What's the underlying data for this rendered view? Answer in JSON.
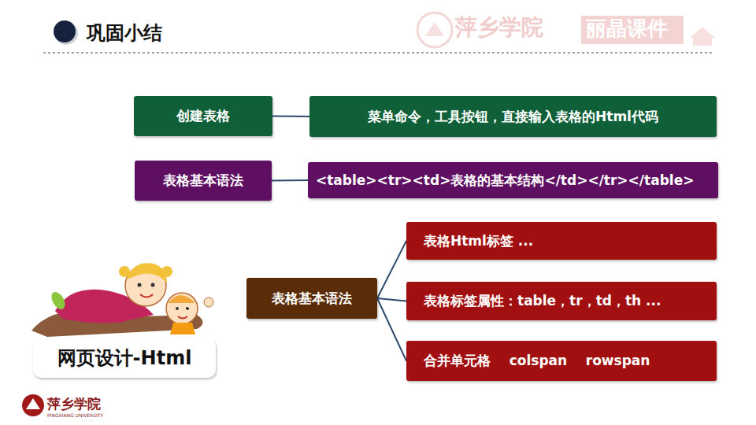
{
  "diagram": {
    "title": "巩固小结",
    "nodes": [
      {
        "text": [
          "创建表格"
        ]
      },
      {
        "text": [
          "菜单命令，工具按钮，直接输入表格的Html代码"
        ]
      },
      {
        "text": [
          "表格基本语法"
        ]
      },
      {
        "text": [
          "<table><tr><td>表格的基本结构</td></tr></table>"
        ]
      },
      {
        "text": [
          "表格基本语法"
        ]
      },
      {
        "text": [
          "表格Html标签 ..."
        ]
      },
      {
        "text": [
          "表格标签属性：table，tr，td，th ..."
        ]
      },
      {
        "text": [
          "合并单元格    colspan    rowspan"
        ]
      },
      {
        "text": [
          "网页设计-Html"
        ]
      }
    ],
    "edges": [
      {
        "from": 0,
        "to": 1,
        "arrow": "none"
      },
      {
        "from": 2,
        "to": 3,
        "arrow": "none"
      },
      {
        "from": 4,
        "to": 5,
        "arrow": "none"
      },
      {
        "from": 4,
        "to": 6,
        "arrow": "none"
      },
      {
        "from": 4,
        "to": 7,
        "arrow": "none"
      }
    ],
    "labels": [
      "萍乡学院",
      "丽晶课件",
      "萍乡学院",
      "PINGXIANG UNIVERSITY"
    ]
  }
}
